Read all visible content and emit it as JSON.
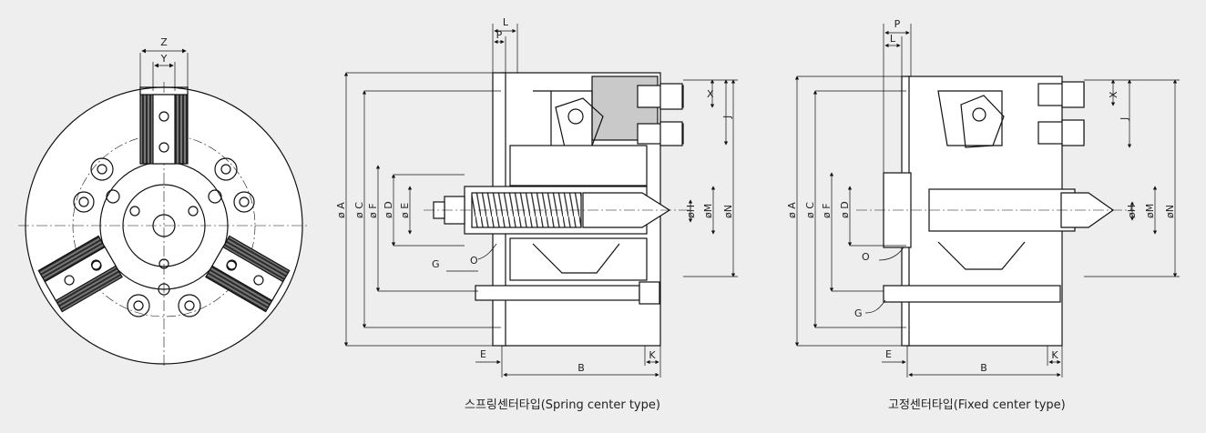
{
  "front_view": {
    "labels": [
      "Z",
      "Y"
    ]
  },
  "spring_view": {
    "caption": "스프링센터타입(Spring center type)",
    "labels": {
      "L": "L",
      "P": "P",
      "X": "X",
      "J": "J",
      "A": "ø A",
      "C": "ø C",
      "F": "ø F",
      "D": "ø D",
      "E_dia": "ø E",
      "H": "øH",
      "M": "øM",
      "N": "øN",
      "O": "O",
      "G": "G",
      "E": "E",
      "B": "B",
      "K": "K"
    }
  },
  "fixed_view": {
    "caption": "고정센터타입(Fixed center type)",
    "labels": {
      "P": "P",
      "L": "L",
      "X": "X",
      "J": "J",
      "A": "ø A",
      "C": "ø C",
      "F": "ø F",
      "D": "ø D",
      "H": "øH",
      "M": "øM",
      "N": "øN",
      "O": "O",
      "G": "G",
      "E": "E",
      "B": "B",
      "K": "K"
    }
  }
}
